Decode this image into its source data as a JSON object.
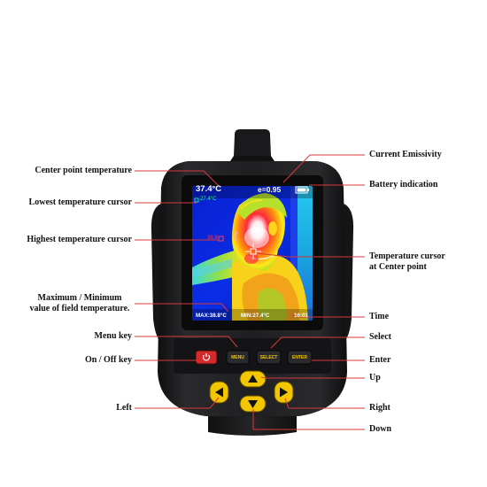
{
  "device": {
    "screen": {
      "center_temp": "37.4°C",
      "emissivity": "e=0.95",
      "lowest_temp": "27.4°C",
      "highest_temp": "38.8",
      "max_temp": "MAX:38.8°C",
      "min_temp": "MIN:27.4°C",
      "time": "16:01"
    },
    "keys": {
      "menu": "MENU",
      "select": "SELECT",
      "enter": "ENTER"
    }
  },
  "labels": {
    "center_point_temperature": "Center point temperature",
    "lowest_temperature_cursor": "Lowest temperature cursor",
    "highest_temperature_cursor": "Highest temperature cursor",
    "max_min_line1": "Maximum / Minimum",
    "max_min_line2": "value of field temperature.",
    "menu_key": "Menu key",
    "on_off_key": "On / Off key",
    "left": "Left",
    "current_emissivity": "Current Emissivity",
    "battery_indication": "Battery indication",
    "temp_cursor_line1": "Temperature cursor",
    "temp_cursor_line2": "at Center point",
    "time": "Time",
    "select": "Select",
    "enter": "Enter",
    "up": "Up",
    "right": "Right",
    "down": "Down"
  },
  "colors": {
    "leader_line": "#d9383a",
    "device_body": "#1e1e20",
    "power_button": "#d42a2a",
    "arrow_button": "#f2c600",
    "key_text": "#f2c600"
  }
}
